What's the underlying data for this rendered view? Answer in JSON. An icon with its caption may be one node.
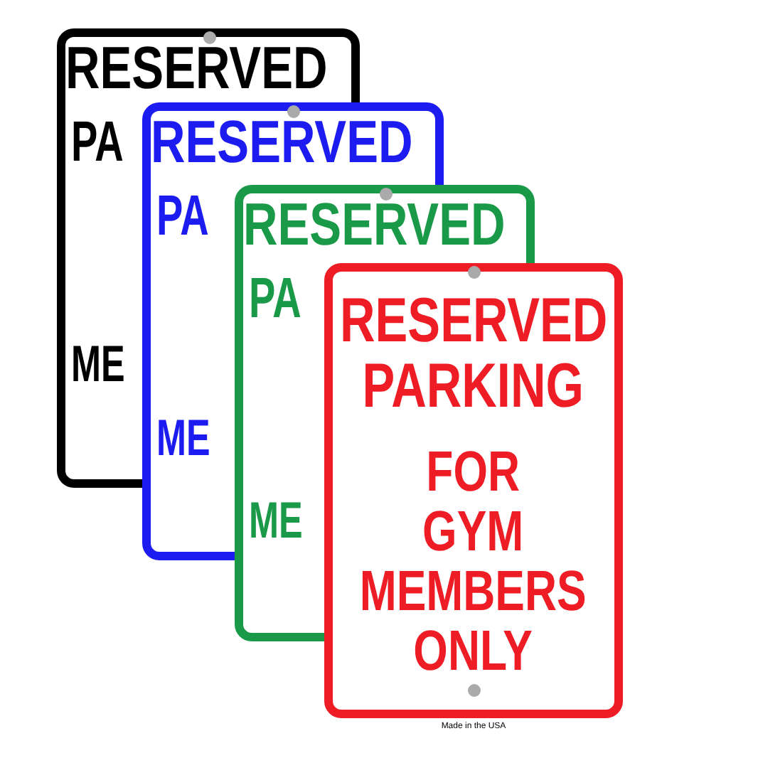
{
  "diagram": {
    "nodes": [
      {
        "text": [
          "RESERVED",
          "PA",
          "ME"
        ]
      },
      {
        "text": [
          "RESERVED",
          "PA",
          "ME"
        ]
      },
      {
        "text": [
          "RESERVED",
          "PA",
          "ME"
        ]
      },
      {
        "text": [
          "RESERVED PARKING",
          "FOR GYM MEMBERS ONLY"
        ]
      }
    ],
    "labels": [
      "Made in the USA"
    ]
  }
}
